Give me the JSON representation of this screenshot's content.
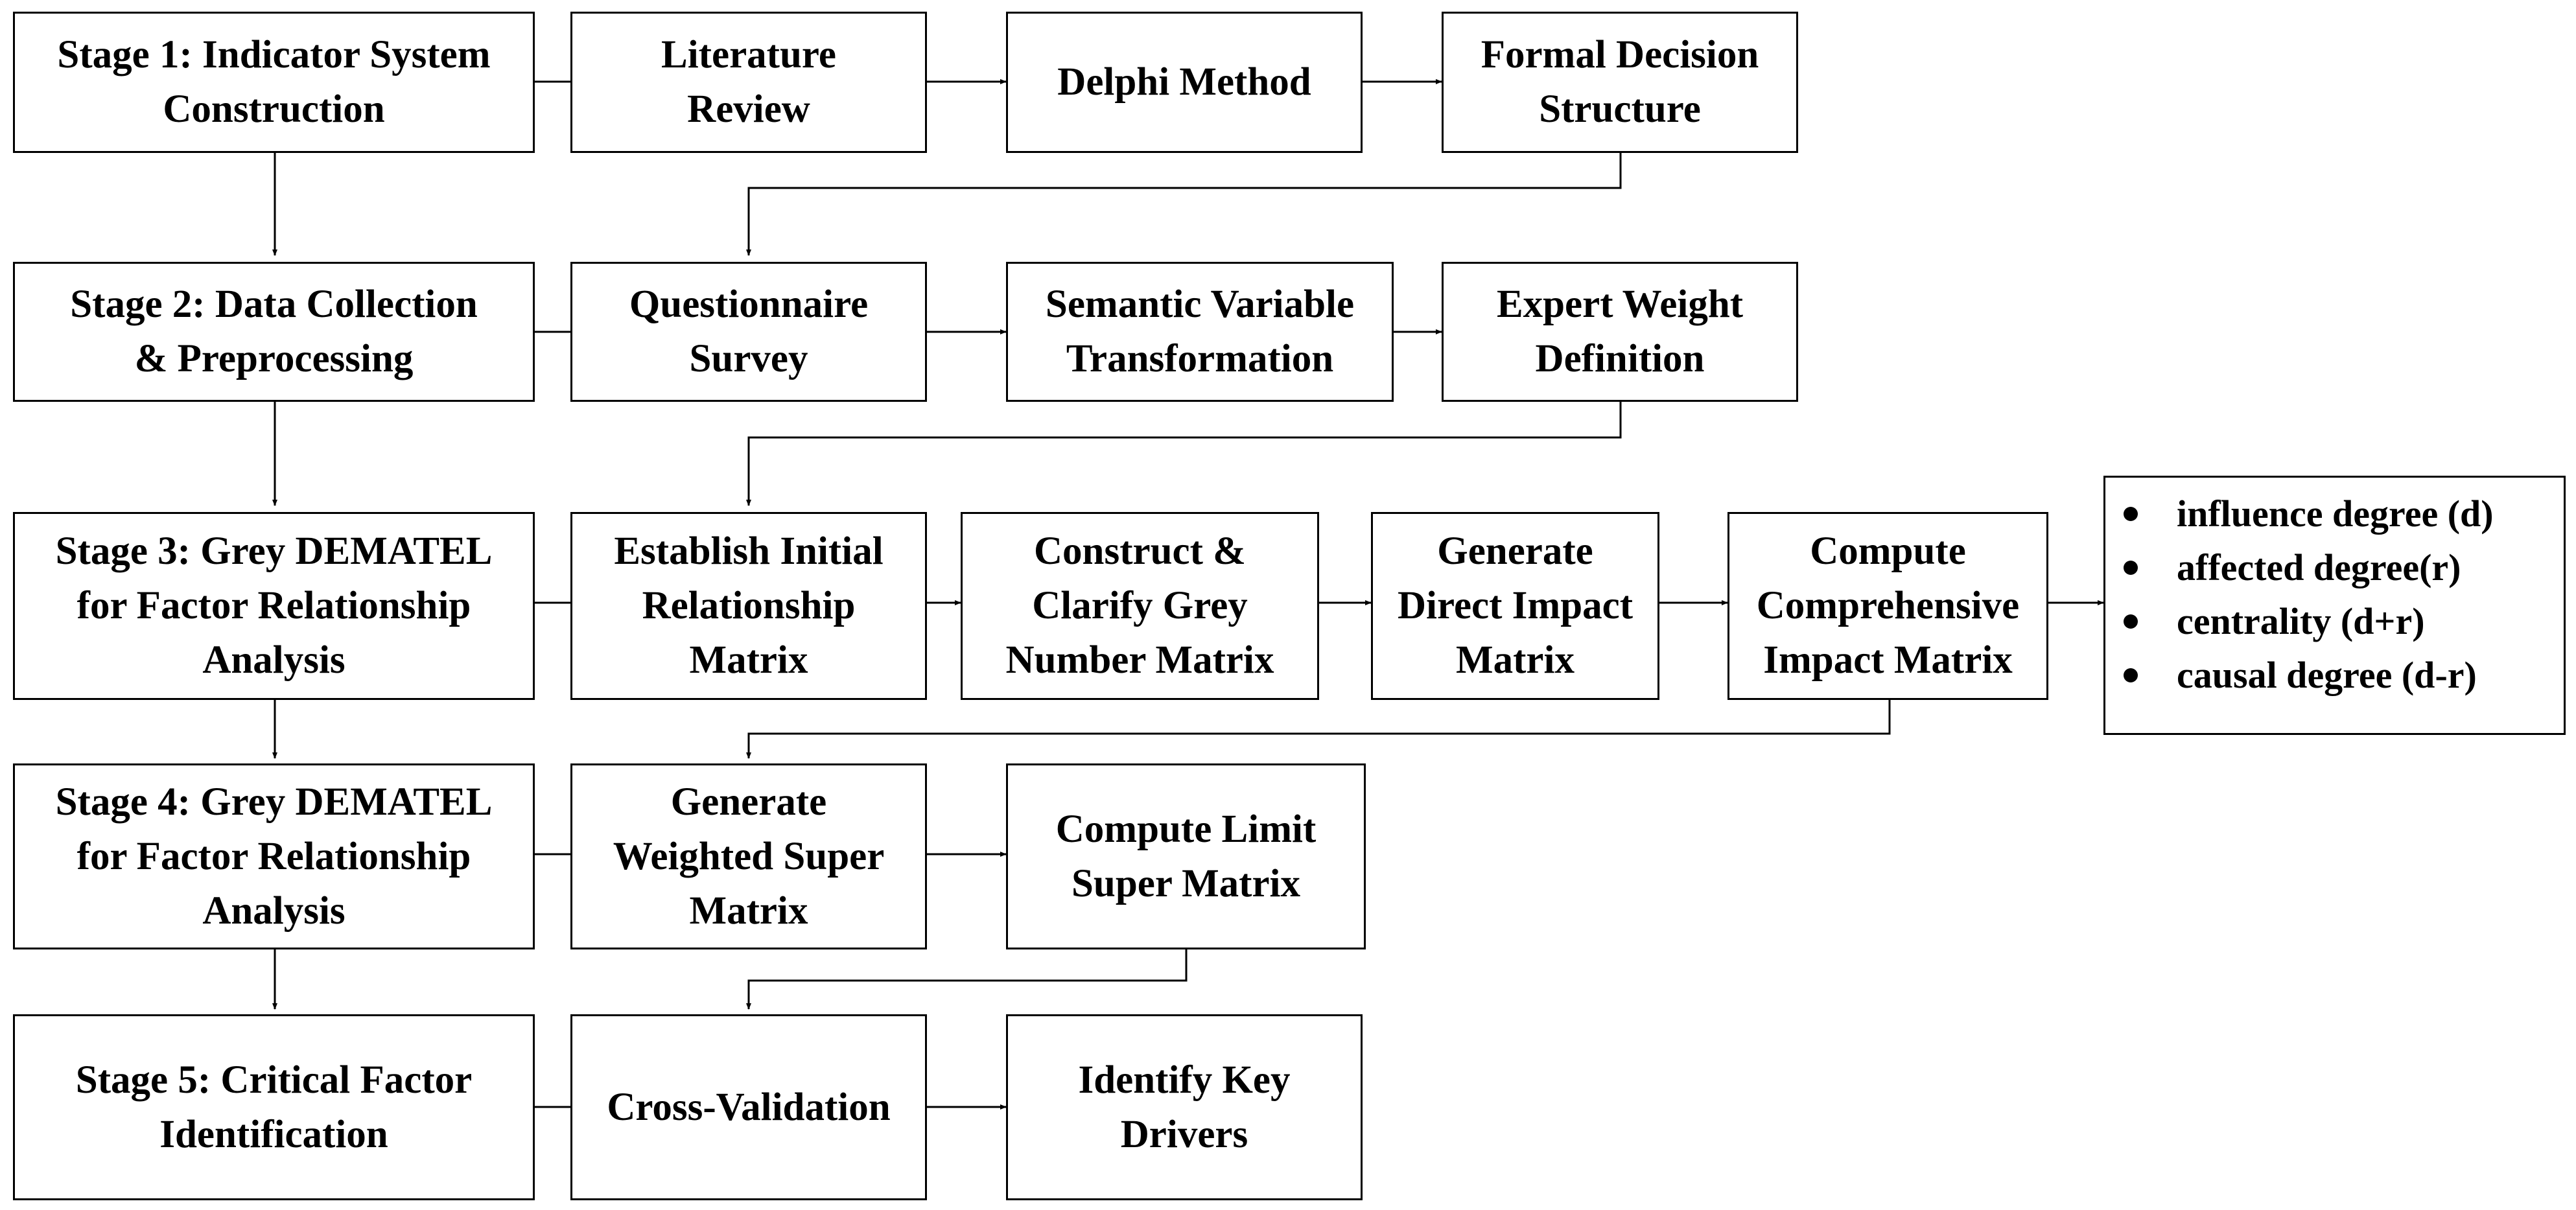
{
  "stages": [
    {
      "label": "Stage 1: Indicator System\nConstruction"
    },
    {
      "label": "Stage 2: Data Collection\n& Preprocessing"
    },
    {
      "label": "Stage 3: Grey DEMATEL\nfor Factor Relationship\nAnalysis"
    },
    {
      "label": "Stage 4: Grey DEMATEL\nfor Factor Relationship\nAnalysis"
    },
    {
      "label": "Stage 5: Critical Factor\nIdentification"
    }
  ],
  "steps": {
    "s1": [
      {
        "label": "Literature\nReview"
      },
      {
        "label": "Delphi Method"
      },
      {
        "label": "Formal Decision\nStructure"
      }
    ],
    "s2": [
      {
        "label": "Questionnaire\nSurvey"
      },
      {
        "label": "Semantic Variable\nTransformation"
      },
      {
        "label": "Expert Weight\nDefinition"
      }
    ],
    "s3": [
      {
        "label": "Establish Initial\nRelationship\nMatrix"
      },
      {
        "label": "Construct &\nClarify Grey\nNumber Matrix"
      },
      {
        "label": "Generate\nDirect Impact\nMatrix"
      },
      {
        "label": "Compute\nComprehensive\nImpact Matrix"
      }
    ],
    "s4": [
      {
        "label": "Generate\nWeighted Super\nMatrix"
      },
      {
        "label": "Compute Limit\nSuper Matrix"
      }
    ],
    "s5": [
      {
        "label": "Cross-Validation"
      },
      {
        "label": "Identify Key\nDrivers"
      }
    ]
  },
  "metrics": [
    "influence degree (d)",
    "affected degree(r)",
    "centrality (d+r)",
    "causal degree (d-r)"
  ]
}
